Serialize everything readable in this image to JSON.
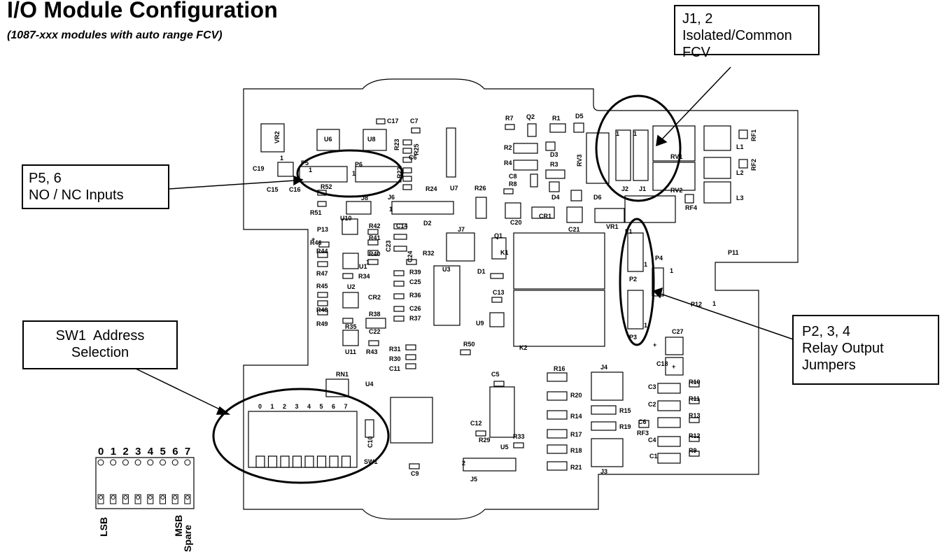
{
  "title": "I/O Module Configuration",
  "subtitle": "(1087-xxx modules with auto range FCV)",
  "callouts": {
    "j1j2": {
      "line1": "J1, 2",
      "line2": "Isolated/Common FCV"
    },
    "p5p6": {
      "line1": "P5, 6",
      "line2": "NO / NC Inputs"
    },
    "sw1": {
      "line1": "SW1  Address",
      "line2": "Selection"
    },
    "p234": {
      "line1": "P2, 3, 4",
      "line2": "Relay Output",
      "line3": "Jumpers"
    }
  },
  "switch_detail": {
    "digits": [
      "0",
      "1",
      "2",
      "3",
      "4",
      "5",
      "6",
      "7"
    ],
    "lsb": "LSB",
    "msb": "MSB",
    "spare": "Spare"
  },
  "sw1_digits": [
    "0",
    "1",
    "2",
    "3",
    "4",
    "5",
    "6",
    "7"
  ],
  "labels": [
    {
      "t": "VR2"
    },
    {
      "t": "C19"
    },
    {
      "t": "C15"
    },
    {
      "t": "C16"
    },
    {
      "t": "U6"
    },
    {
      "t": "P5"
    },
    {
      "t": "U8"
    },
    {
      "t": "P6"
    },
    {
      "t": "C17"
    },
    {
      "t": "C7"
    },
    {
      "t": "R23"
    },
    {
      "t": "R25"
    },
    {
      "t": "C6"
    },
    {
      "t": "R22"
    },
    {
      "t": "R24"
    },
    {
      "t": "U7"
    },
    {
      "t": "R52"
    },
    {
      "t": "R51"
    },
    {
      "t": "J8"
    },
    {
      "t": "J6"
    },
    {
      "t": "R26"
    },
    {
      "t": "P13"
    },
    {
      "t": "U10"
    },
    {
      "t": "R42"
    },
    {
      "t": "R41"
    },
    {
      "t": "R40"
    },
    {
      "t": "C14"
    },
    {
      "t": "C23"
    },
    {
      "t": "D2"
    },
    {
      "t": "J7"
    },
    {
      "t": "Q1"
    },
    {
      "t": "R46"
    },
    {
      "t": "R44"
    },
    {
      "t": "R47"
    },
    {
      "t": "U1"
    },
    {
      "t": "C24"
    },
    {
      "t": "R32"
    },
    {
      "t": "R39"
    },
    {
      "t": "C25"
    },
    {
      "t": "R34"
    },
    {
      "t": "U3"
    },
    {
      "t": "U2"
    },
    {
      "t": "R45"
    },
    {
      "t": "R48"
    },
    {
      "t": "R49"
    },
    {
      "t": "CR2"
    },
    {
      "t": "R36"
    },
    {
      "t": "C26"
    },
    {
      "t": "R38"
    },
    {
      "t": "R37"
    },
    {
      "t": "R35"
    },
    {
      "t": "C22"
    },
    {
      "t": "U11"
    },
    {
      "t": "R43"
    },
    {
      "t": "R31"
    },
    {
      "t": "R30"
    },
    {
      "t": "C11"
    },
    {
      "t": "R50"
    },
    {
      "t": "D1"
    },
    {
      "t": "C13"
    },
    {
      "t": "U9"
    },
    {
      "t": "K1"
    },
    {
      "t": "K2"
    },
    {
      "t": "R7"
    },
    {
      "t": "Q2"
    },
    {
      "t": "R1"
    },
    {
      "t": "D5"
    },
    {
      "t": "R2"
    },
    {
      "t": "D3"
    },
    {
      "t": "R4"
    },
    {
      "t": "R3"
    },
    {
      "t": "C8"
    },
    {
      "t": "R8"
    },
    {
      "t": "D4"
    },
    {
      "t": "D6"
    },
    {
      "t": "C20"
    },
    {
      "t": "CR1"
    },
    {
      "t": "C21"
    },
    {
      "t": "VR1"
    },
    {
      "t": "RV3"
    },
    {
      "t": "J2"
    },
    {
      "t": "J1"
    },
    {
      "t": "RV1"
    },
    {
      "t": "RV2"
    },
    {
      "t": "L1"
    },
    {
      "t": "L2"
    },
    {
      "t": "L3"
    },
    {
      "t": "RF1"
    },
    {
      "t": "RF2"
    },
    {
      "t": "RF4"
    },
    {
      "t": "F1"
    },
    {
      "t": "P2"
    },
    {
      "t": "P3"
    },
    {
      "t": "P4"
    },
    {
      "t": "P11"
    },
    {
      "t": "P12"
    },
    {
      "t": "C27"
    },
    {
      "t": "C18"
    },
    {
      "t": "RN1"
    },
    {
      "t": "U4"
    },
    {
      "t": "SW1"
    },
    {
      "t": "C10"
    },
    {
      "t": "C9"
    },
    {
      "t": "C5"
    },
    {
      "t": "U5"
    },
    {
      "t": "C12"
    },
    {
      "t": "R29"
    },
    {
      "t": "R33"
    },
    {
      "t": "J5"
    },
    {
      "t": "R16"
    },
    {
      "t": "R20"
    },
    {
      "t": "R14"
    },
    {
      "t": "R17"
    },
    {
      "t": "R18"
    },
    {
      "t": "R21"
    },
    {
      "t": "J4"
    },
    {
      "t": "R15"
    },
    {
      "t": "R19"
    },
    {
      "t": "J3"
    },
    {
      "t": "RF3"
    },
    {
      "t": "C3"
    },
    {
      "t": "C2"
    },
    {
      "t": "C6"
    },
    {
      "t": "C4"
    },
    {
      "t": "C1"
    },
    {
      "t": "R10"
    },
    {
      "t": "R11"
    },
    {
      "t": "R13"
    },
    {
      "t": "R12"
    },
    {
      "t": "R9"
    },
    {
      "t": "1"
    },
    {
      "t": "1"
    },
    {
      "t": "1"
    },
    {
      "t": "1"
    },
    {
      "t": "1"
    },
    {
      "t": "1"
    },
    {
      "t": "1"
    },
    {
      "t": "1"
    },
    {
      "t": "1"
    },
    {
      "t": "1"
    },
    {
      "t": "2"
    },
    {
      "t": "+"
    },
    {
      "t": "+"
    },
    {
      "t": "+"
    },
    {
      "t": "1"
    }
  ]
}
